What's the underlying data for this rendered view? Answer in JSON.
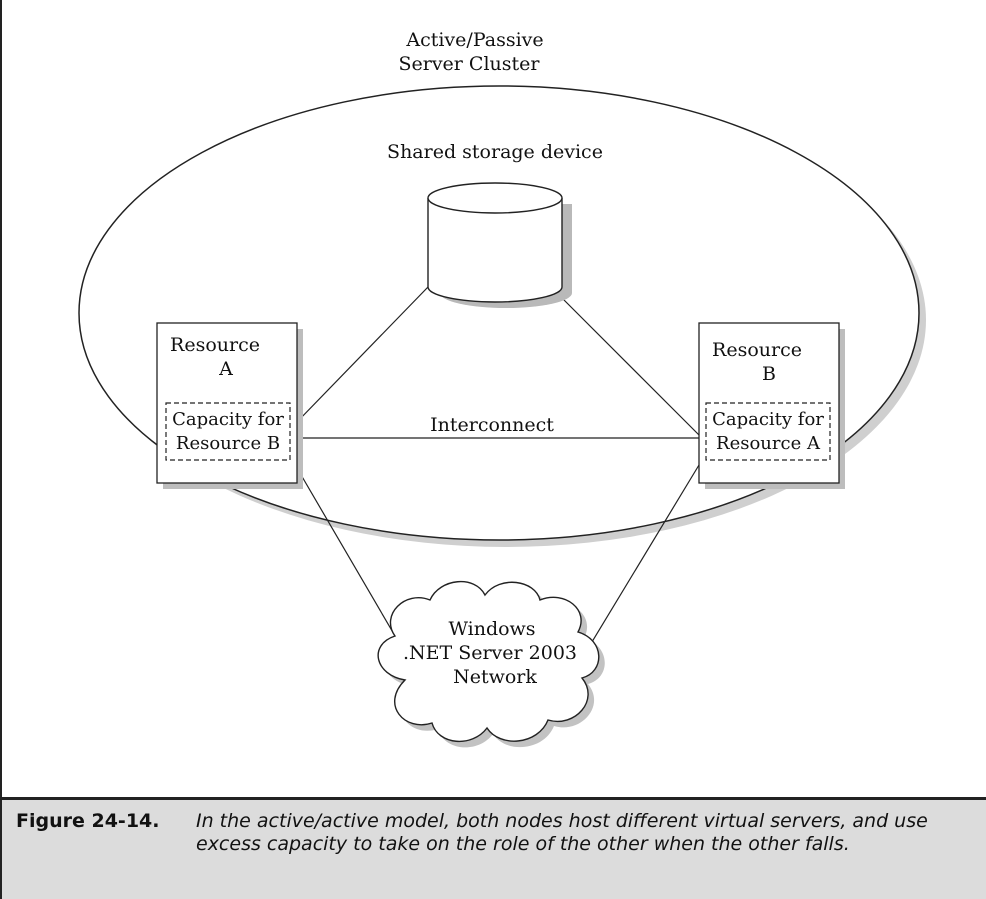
{
  "cluster": {
    "title_line1": "Active/Passive",
    "title_line2": "Server Cluster"
  },
  "storage": {
    "label": "Shared storage device"
  },
  "node_a": {
    "title_line1": "Resource",
    "title_line2": "A",
    "capacity_line1": "Capacity for",
    "capacity_line2": "Resource B"
  },
  "node_b": {
    "title_line1": "Resource",
    "title_line2": "B",
    "capacity_line1": "Capacity for",
    "capacity_line2": "Resource A"
  },
  "interconnect": {
    "label": "Interconnect"
  },
  "network": {
    "line1": "Windows",
    "line2": ".NET Server 2003",
    "line3": "Network"
  },
  "caption": {
    "label": "Figure 24-14.",
    "text": "In the active/active model, both nodes host different virtual servers, and use excess capacity to take on the role of the other when the other falls."
  },
  "colors": {
    "caption_background": "#dcdcdc",
    "shadow": "#c8c8c8",
    "stroke": "#222222"
  }
}
